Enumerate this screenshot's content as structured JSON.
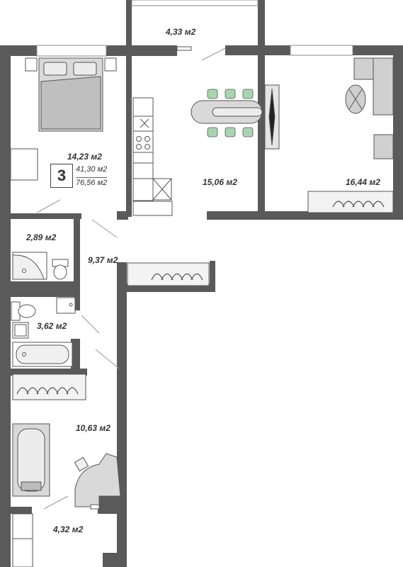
{
  "floorplan": {
    "rooms_count": "3",
    "living_area": "41,30 м2",
    "total_area": "76,56 м2",
    "room_areas": {
      "balcony_top": "4,33 м2",
      "bedroom": "14,23 м2",
      "kitchen": "15,06 м2",
      "living_room": "16,44 м2",
      "toilet": "2,89 м2",
      "hall": "9,37 м2",
      "bathroom": "3,62 м2",
      "room_bottom": "10,63 м2",
      "balcony_bottom": "4,32 м2"
    }
  },
  "colors": {
    "wall": "#5a5a5a",
    "furniture_fill": "#d9d9d9",
    "accent_green": "#a8d5b0"
  },
  "icons": [
    "bed-icon",
    "sofa-icon",
    "dining-table-icon",
    "stove-icon",
    "sink-icon",
    "bathtub-icon",
    "shower-icon",
    "toilet-icon",
    "desk-chair-icon"
  ]
}
